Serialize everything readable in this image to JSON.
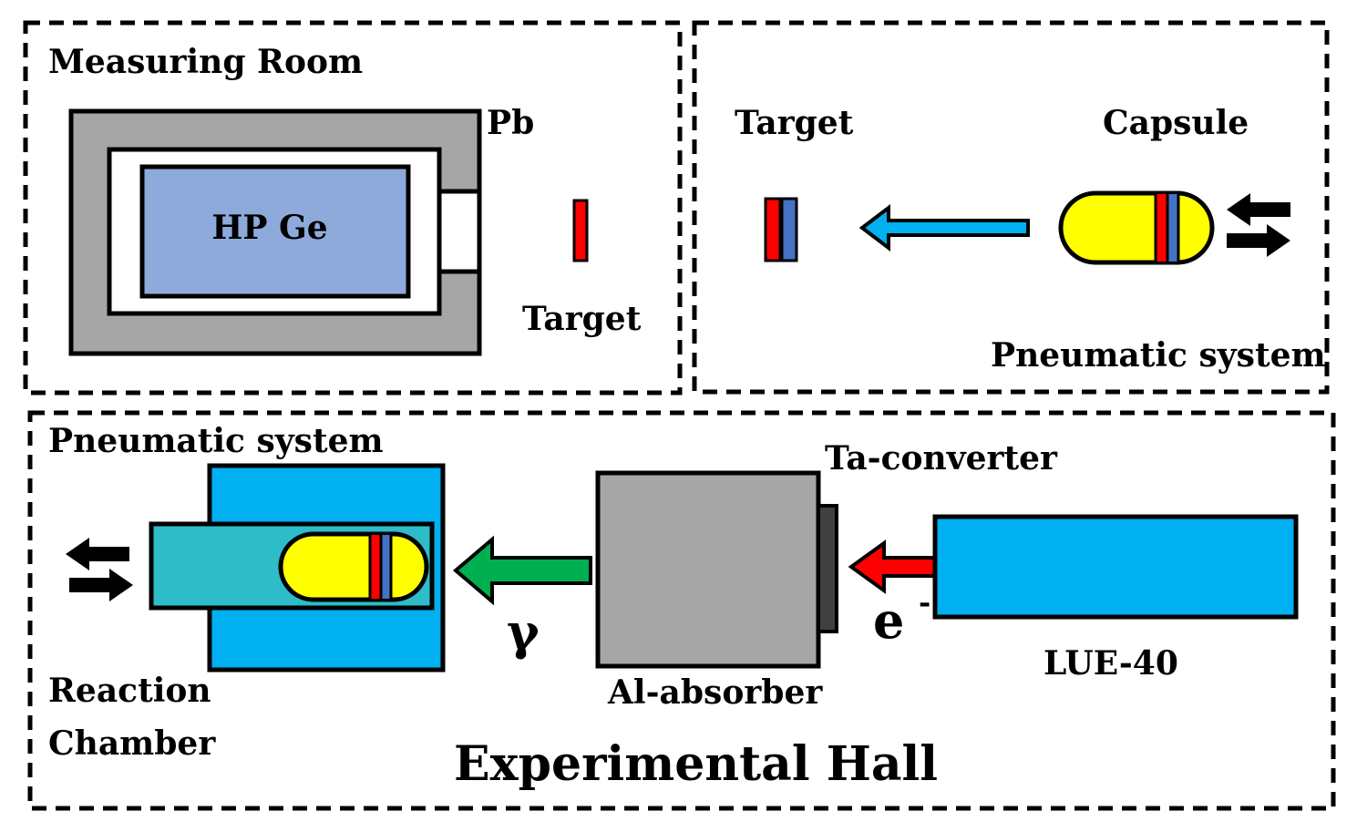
{
  "panels": {
    "measuring_room": {
      "title": "Measuring Room",
      "shield_label": "Pb",
      "detector_label": "HP Ge",
      "target_label": "Target"
    },
    "pneumatic_top": {
      "target_label": "Target",
      "capsule_label": "Capsule",
      "system_label": "Pneumatic system"
    },
    "experimental_hall": {
      "title": "Experimental Hall",
      "pneumatic_label": "Pneumatic system",
      "reaction_label_line1": "Reaction",
      "reaction_label_line2": "Chamber",
      "absorber_label": "Al-absorber",
      "converter_label": "Ta-converter",
      "accelerator_label": "LUE-40",
      "gamma_symbol": "γ",
      "electron_symbol": "e",
      "electron_charge": "-"
    }
  },
  "colors": {
    "lead": "#a6a6a6",
    "detector": "#8eaadb",
    "target_red": "#ff0000",
    "target_blue": "#4472c4",
    "capsule": "#ffff00",
    "beam_arrow": "#00b0f0",
    "accelerator": "#00b0f0",
    "chamber": "#00b0f0",
    "chamber_tube": "#2ebcc9",
    "gamma_arrow": "#00b050",
    "electron_arrow": "#ff0000",
    "absorber": "#a6a6a6",
    "converter": "#404040"
  }
}
